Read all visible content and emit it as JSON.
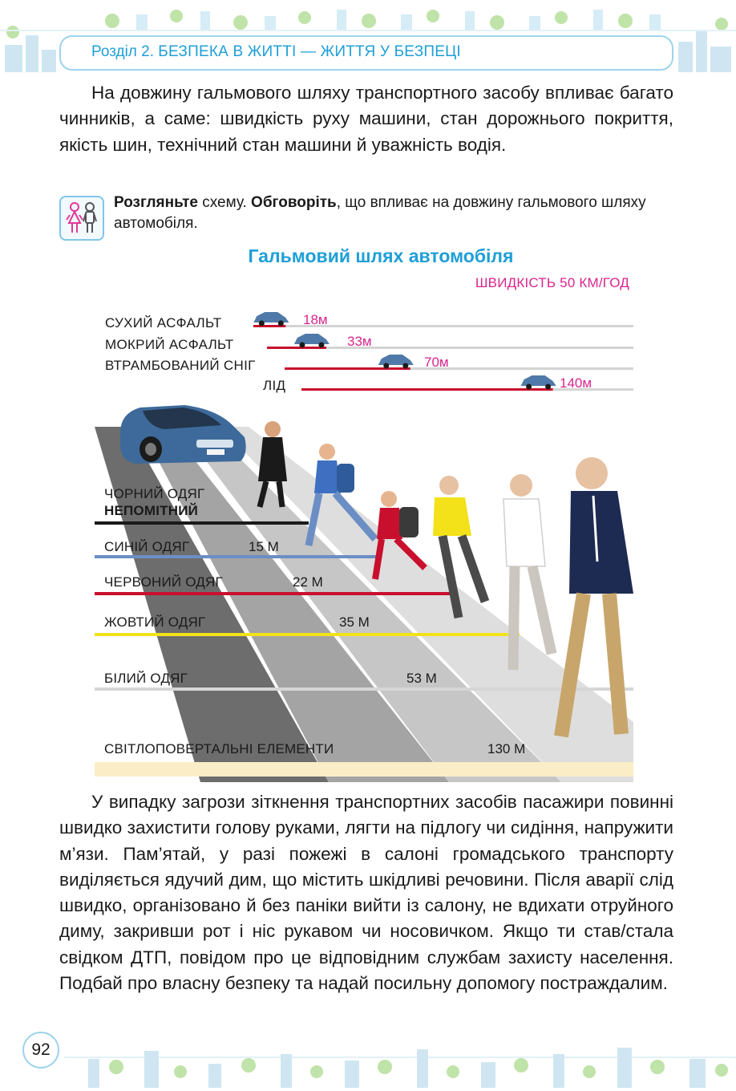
{
  "header": {
    "section": "Розділ 2.",
    "title": "БЕЗПЕКА В ЖИТТІ — ЖИТТЯ У БЕЗПЕЦІ"
  },
  "paragraph1": "На довжину гальмового шляху транспортного засобу впливає багато чинників, а саме: швидкість руху машини, стан дорожнього покриття, якість шин, технічний стан машини й уважність водія.",
  "task": {
    "icon": "boy-girl-icon",
    "verb1": "Розгляньте",
    "text1": " схему. ",
    "verb2": "Обговоріть",
    "text2": ", що впливає на довжину гальмового шляху автомобіля."
  },
  "chart_title": "Гальмовий шлях автомобіля",
  "speed_label": "ШВИДКІСТЬ 50 КМ/ГОД",
  "surfaces": [
    {
      "label": "СУХИЙ АСФАЛЬТ",
      "value_text": "18м",
      "value": 18
    },
    {
      "label": "МОКРИЙ АСФАЛЬТ",
      "value_text": "33м",
      "value": 33
    },
    {
      "label": "ВТРАМБОВАНИЙ СНІГ",
      "value_text": "70м",
      "value": 70
    },
    {
      "label": "ЛІД",
      "value_text": "140м",
      "value": 140
    }
  ],
  "visibility": [
    {
      "label": "ЧОРНИЙ ОДЯГ",
      "sub": "НЕПОМІТНИЙ",
      "value_text": "",
      "color": "#1a1a1a"
    },
    {
      "label": "СИНІЙ ОДЯГ",
      "value_text": "15 М",
      "color": "#6b8fc4"
    },
    {
      "label": "ЧЕРВОНИЙ ОДЯГ",
      "value_text": "22 М",
      "color": "#c8102e"
    },
    {
      "label": "ЖОВТИЙ ОДЯГ",
      "value_text": "35 М",
      "color": "#f2e21b"
    },
    {
      "label": "БІЛИЙ ОДЯГ",
      "value_text": "53 М",
      "color": "#d6d6d6"
    },
    {
      "label": "СВІТЛОПОВЕРТАЛЬНІ ЕЛЕМЕНТИ",
      "value_text": "130 М",
      "color": "#fbeec6"
    }
  ],
  "colors": {
    "accent": "#1e9fd6",
    "magenta": "#d9258e",
    "red_line": "#c8102e"
  },
  "paragraph2": "У випадку загрози зіткнення транспортних засобів пасажири повинні швидко захистити голову руками, лягти на підлогу чи сидіння, напружити м’язи. Пам’ятай, у разі пожежі в салоні громадського транспорту виділяється ядучий дим, що містить шкідливі речовини. Після аварії слід швидко, організовано й без паніки вийти із салону, не вдихати отруйного диму, закривши рот і ніс рукавом чи носовичком. Якщо ти став/стала свідком ДТП, повідом про це відповідним службам захисту населення. Подбай про власну безпеку та надай посильну допомогу постраждалим.",
  "page_number": "92"
}
